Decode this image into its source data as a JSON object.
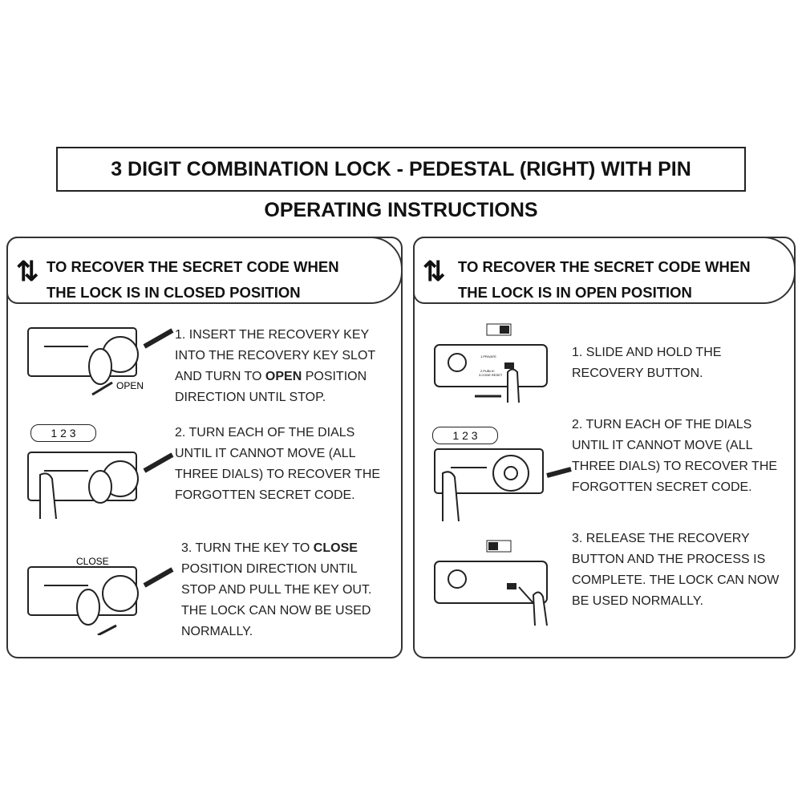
{
  "title": "3 DIGIT COMBINATION LOCK - PEDESTAL (RIGHT) WITH PIN",
  "subtitle": "OPERATING INSTRUCTIONS",
  "left_panel": {
    "icon": "rotate-arrows-icon",
    "heading_line1": "TO RECOVER THE SECRET CODE WHEN",
    "heading_line2": "THE LOCK IS IN CLOSED POSITION",
    "illustration_labels": {
      "open": "OPEN",
      "close": "CLOSE",
      "dials": "1 2 3"
    },
    "steps": [
      {
        "pre": "1. INSERT THE RECOVERY KEY INTO THE RECOVERY KEY SLOT AND TURN TO ",
        "bold": "OPEN",
        "post": " POSITION DIRECTION UNTIL STOP."
      },
      {
        "pre": "2. TURN EACH OF THE DIALS UNTIL IT CANNOT MOVE (ALL THREE DIALS) TO RECOVER THE FORGOTTEN SECRET CODE.",
        "bold": "",
        "post": ""
      },
      {
        "pre": "3.  TURN THE KEY TO ",
        "bold": "CLOSE",
        "post": " POSITION DIRECTION UNTIL STOP AND PULL THE KEY OUT. THE LOCK CAN NOW BE USED NORMALLY."
      }
    ]
  },
  "right_panel": {
    "icon": "rotate-arrows-icon",
    "heading_line1": "TO RECOVER THE SECRET CODE WHEN",
    "heading_line2": "THE LOCK IS IN OPEN POSITION",
    "illustration_labels": {
      "dials": "1 2 3",
      "mode1": "1.PRIVATE",
      "mode2": "2.PUBLIC",
      "mode3": "3.CODE RESET"
    },
    "steps": [
      {
        "pre": "1. SLIDE AND HOLD THE RECOVERY BUTTON.",
        "bold": "",
        "post": ""
      },
      {
        "pre": "2. TURN EACH OF THE DIALS UNTIL IT CANNOT MOVE (ALL THREE DIALS) TO RECOVER THE FORGOTTEN SECRET CODE.",
        "bold": "",
        "post": ""
      },
      {
        "pre": "3. RELEASE THE RECOVERY BUTTON AND THE PROCESS IS COMPLETE. THE LOCK CAN NOW BE USED NORMALLY.",
        "bold": "",
        "post": ""
      }
    ]
  }
}
